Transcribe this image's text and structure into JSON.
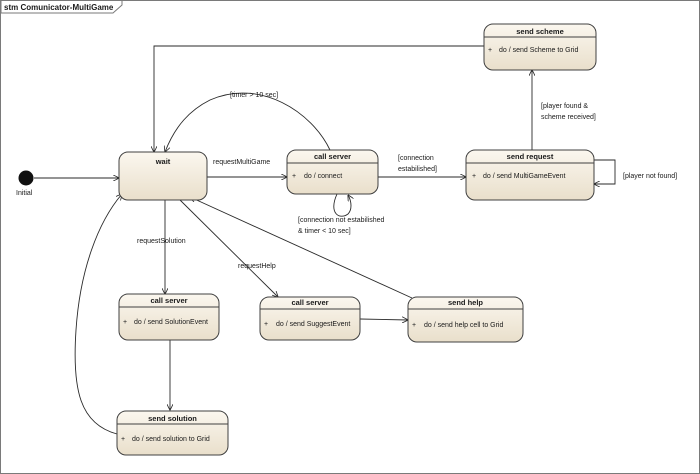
{
  "frame": {
    "title": "stm Comunicator-MultiGame"
  },
  "initial": {
    "label": "Initial"
  },
  "states": {
    "wait": {
      "name": "wait"
    },
    "call_server_connect": {
      "name": "call server",
      "activity_marker": "+",
      "activity": "do / connect"
    },
    "send_request": {
      "name": "send request",
      "activity_marker": "+",
      "activity": "do / send MultiGameEvent"
    },
    "send_scheme": {
      "name": "send scheme",
      "activity_marker": "+",
      "activity": "do / send Scheme to Grid"
    },
    "call_server_solution": {
      "name": "call server",
      "activity_marker": "+",
      "activity": "do / send SolutionEvent"
    },
    "call_server_suggest": {
      "name": "call server",
      "activity_marker": "+",
      "activity": "do / send SuggestEvent"
    },
    "send_help": {
      "name": "send help",
      "activity_marker": "+",
      "activity": "do / send help cell to Grid"
    },
    "send_solution": {
      "name": "send solution",
      "activity_marker": "+",
      "activity": "do / send solution to Grid"
    }
  },
  "transitions": {
    "timer": "[timer > 10 sec]",
    "request_multigame": "requestMultiGame",
    "connection_established": [
      "[connection",
      "estabilished]"
    ],
    "not_established": [
      "[connection not estabilished",
      "&  timer < 10 sec]"
    ],
    "player_found": [
      "[player found &",
      "scheme received]"
    ],
    "player_not_found": "[player not found]",
    "request_solution": "requestSolution",
    "request_help": "requestHelp"
  }
}
